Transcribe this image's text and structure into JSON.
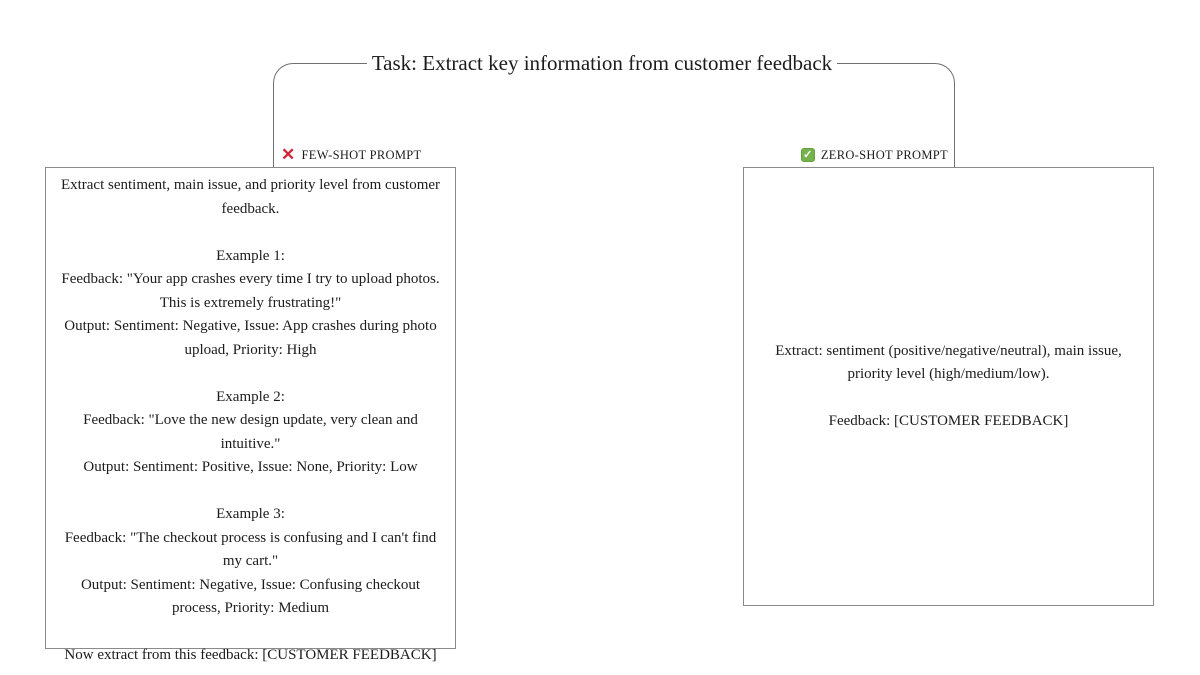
{
  "title": "Task: Extract key information from customer feedback",
  "left_panel": {
    "icon_name": "cross-icon",
    "icon_glyph": "✕",
    "label": "FEW-SHOT PROMPT",
    "content": "Extract sentiment, main issue, and priority level from customer feedback.\n\nExample 1:\nFeedback: \"Your app crashes every time I try to upload photos. This is extremely frustrating!\"\nOutput: Sentiment: Negative, Issue: App crashes during photo upload, Priority: High\n\nExample 2:\nFeedback: \"Love the new design update, very clean and intuitive.\"\nOutput: Sentiment: Positive, Issue: None, Priority: Low\n\nExample 3:\nFeedback: \"The checkout process is confusing and I can't find my cart.\"\nOutput: Sentiment: Negative, Issue: Confusing checkout process, Priority: Medium\n\nNow extract from this feedback: [CUSTOMER FEEDBACK]"
  },
  "right_panel": {
    "icon_name": "check-icon",
    "icon_glyph": "✓",
    "label": "ZERO-SHOT PROMPT",
    "content": "Extract: sentiment (positive/negative/neutral), main issue, priority level (high/medium/low).\n\nFeedback: [CUSTOMER FEEDBACK]"
  },
  "colors": {
    "cross_red": "#d02537",
    "check_green": "#76b34d",
    "connector_gray": "#707070",
    "box_border_gray": "#8a8a8a",
    "text": "#1c1c1c",
    "background": "#ffffff"
  }
}
